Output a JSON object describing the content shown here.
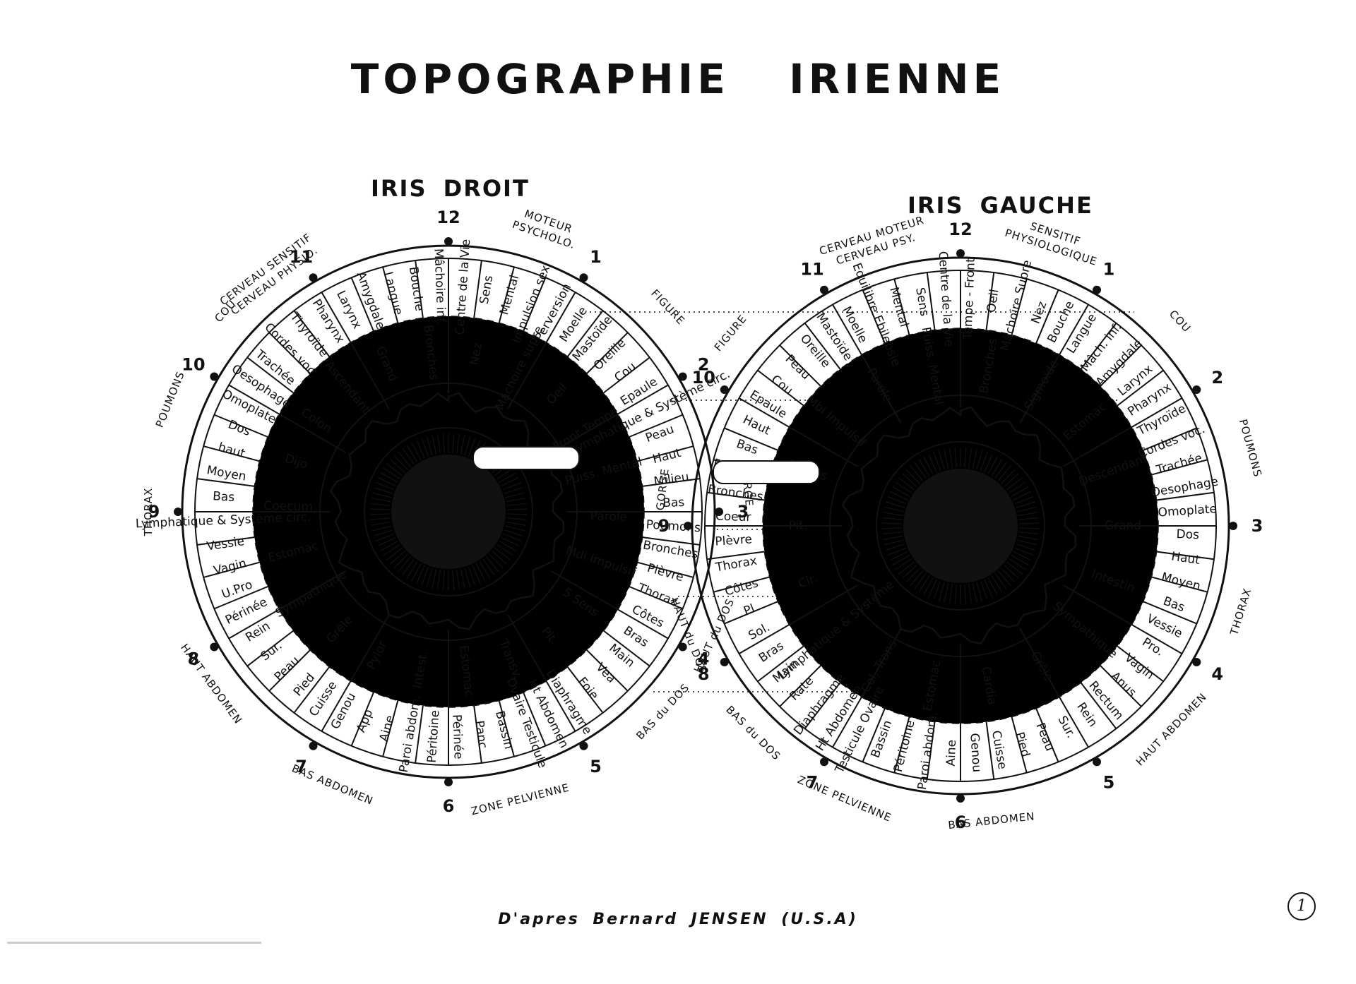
{
  "title": "TOPOGRAPHIE IRIENNE",
  "credit": "D'apres Bernard JENSEN (U.S.A)",
  "page_number": "1",
  "irises": [
    {
      "key": "right",
      "title": "IRIS DROIT",
      "hours": [
        "12",
        "1",
        "2",
        "3",
        "4",
        "5",
        "6",
        "7",
        "8",
        "9",
        "10",
        "11"
      ],
      "regions": [
        "CERVEAU SENSITIF",
        "CERVEAU PHYSIO.",
        "MOTEUR",
        "PSYCHOLO.",
        "FIGURE",
        "GORGE",
        "HAUT du DOS",
        "BAS du DOS",
        "ZONE PELVIENNE",
        "BAS ABDOMEN",
        "HAUT ABDOMEN",
        "THORAX",
        "POUMONS",
        "COU"
      ],
      "zones": [
        "Centre de la Vie",
        "Sens",
        "Mental",
        "Impulsion sex.",
        "Perversion",
        "Moelle",
        "Mastoïde",
        "Oreille",
        "Cou",
        "Epaule",
        "Lymphatique & Système circ.",
        "Peau",
        "Haut",
        "Milieu",
        "Bas",
        "Poumons",
        "Bronches",
        "Plèvre",
        "Thorax",
        "Côtes",
        "Bras",
        "Main",
        "Vea",
        "Foie",
        "Diaphragme",
        "Ht Abdomen",
        "Ovaire Testicule",
        "Bassin",
        "Panc",
        "Périnée",
        "Péritoine",
        "Paroi abdom.",
        "Aine",
        "App",
        "Genou",
        "Cuisse",
        "Pied",
        "Peau",
        "Sur.",
        "Rein",
        "Périnée",
        "U.Pro",
        "Vagin",
        "Vessie",
        "Lymphatique & Système circ.",
        "Bas",
        "Moyen",
        "haut",
        "Dos",
        "Omoplate",
        "Oesophage",
        "Trachée",
        "Cordes voc.",
        "Thyroïde",
        "Pharynx",
        "Larynx",
        "Amygdale",
        "Langue",
        "Bouche",
        "Mâchoire inf.",
        "Nez",
        "Mâchoire supre",
        "Oeil",
        "Front Tempe",
        "Puiss. Mental",
        "Parole",
        "Mdi Impulsif",
        "5 Sens",
        "Pit.",
        "Transv.",
        "Estomac",
        "Intest.",
        "Pylor",
        "Grêle",
        "Sympathique",
        "Estomac",
        "Coecum",
        "Dijo",
        "Colon",
        "Ascendant",
        "Grand",
        "Bronches"
      ]
    },
    {
      "key": "left",
      "title": "IRIS GAUCHE",
      "hours": [
        "12",
        "1",
        "2",
        "3",
        "4",
        "5",
        "6",
        "7",
        "8",
        "9",
        "10",
        "11"
      ],
      "regions": [
        "CERVEAU MOTEUR",
        "CERVEAU PSY.",
        "SENSITIF",
        "PHYSIOLOGIQUE",
        "COU",
        "POUMONS",
        "THORAX",
        "HAUT ABDOMEN",
        "BAS ABDOMEN",
        "ZONE PELVIENNE",
        "BAS du DOS",
        "HAUT du DOS",
        "GORGE",
        "FIGURE"
      ],
      "zones": [
        "Centre de la Vie",
        "Sens",
        "Mental",
        "Equilibre Ebilepsie",
        "Moelle",
        "Mastoïde",
        "Oreille",
        "Peau",
        "Cou",
        "Epaule",
        "Haut",
        "Bas",
        "Poumons",
        "Bronches",
        "Coeur",
        "Plèvre",
        "Thorax",
        "Côtes",
        "Pl",
        "Sol.",
        "Bras",
        "Main",
        "Rate",
        "Diaphragme",
        "Ht Abdomen",
        "Testicule Ovaire",
        "Bassin",
        "Péritoine",
        "Paroi abdom.",
        "Aine",
        "Genou",
        "Cuisse",
        "Pied",
        "Peau",
        "Sur.",
        "Rein",
        "Rectum",
        "Anus",
        "Vagin",
        "Pro.",
        "Vessie",
        "Bas",
        "Moyen",
        "Haut",
        "Dos",
        "Omoplate",
        "Oesophage",
        "Trachée",
        "Cordes voc.",
        "Thyroïde",
        "Pharynx",
        "Larynx",
        "Amygdale",
        "Mâch. inf.",
        "Langue",
        "Bouche",
        "Nez",
        "Mâchoire Supre",
        "Oeil",
        "Tempe - Front",
        "Puiss. Mental",
        "Parole",
        "Mbi Impulsif",
        "5 Sens",
        "Pit.",
        "Cir.",
        "Lymphatique & Système",
        "Col. Trans",
        "Estomac",
        "Cardia",
        "Grêle",
        "Sympathique",
        "Intestin",
        "Grand",
        "Descendant",
        "Estomac",
        "Sigmoïde",
        "Bronches"
      ]
    }
  ]
}
